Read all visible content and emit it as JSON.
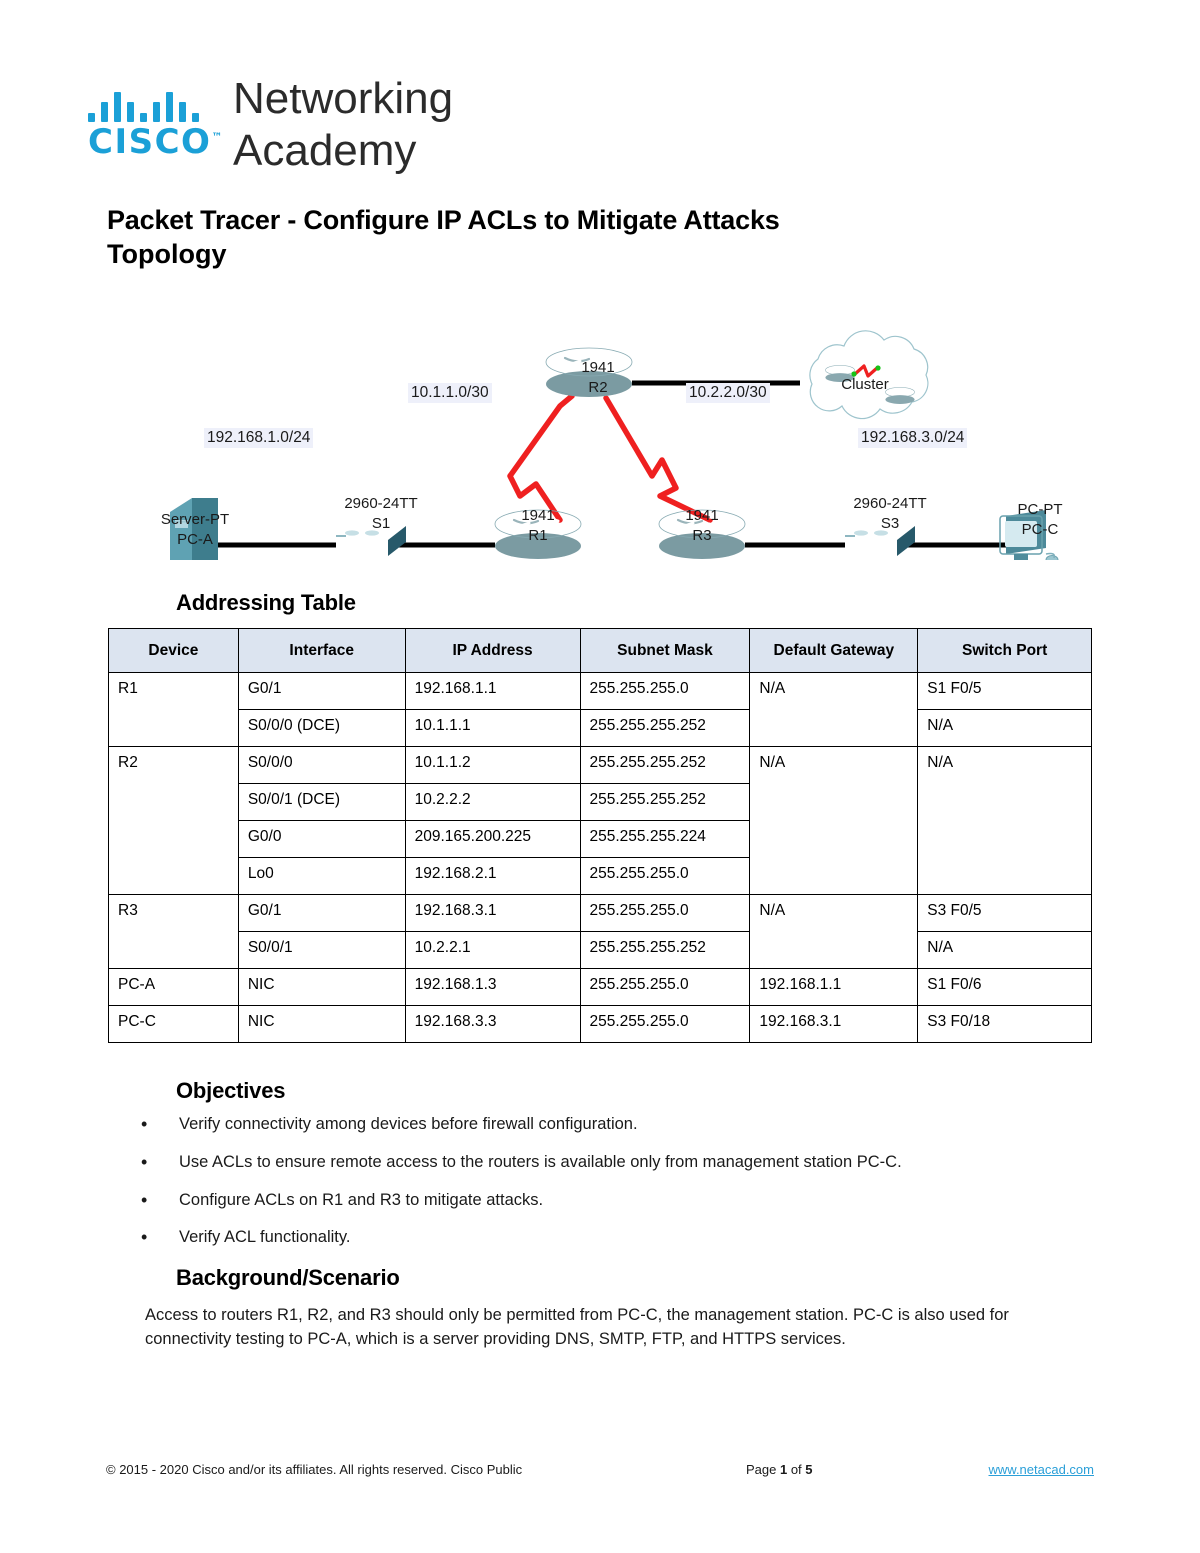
{
  "logo": {
    "brand": "CISCO",
    "trademark": "™",
    "word_top": "Networking",
    "word_bottom": "Academy"
  },
  "document": {
    "title": "Packet Tracer - Configure IP ACLs to Mitigate Attacks",
    "topology_heading": "Topology",
    "addressing_heading": "Addressing Table",
    "objectives_heading": "Objectives",
    "background_heading": "Background/Scenario"
  },
  "topology": {
    "net_labels": {
      "left_lan": "192.168.1.0/24",
      "left_wan": "10.1.1.0/30",
      "right_wan": "10.2.2.0/30",
      "right_lan": "192.168.3.0/24"
    },
    "devices": {
      "server": {
        "model": "Server-PT",
        "name": "PC-A"
      },
      "switch1": {
        "model": "2960-24TT",
        "name": "S1"
      },
      "router1": {
        "model": "1941",
        "name": "R1"
      },
      "router2": {
        "model": "1941",
        "name": "R2"
      },
      "router3": {
        "model": "1941",
        "name": "R3"
      },
      "switch3": {
        "model": "2960-24TT",
        "name": "S3"
      },
      "pc": {
        "model": "PC-PT",
        "name": "PC-C"
      },
      "cloud": {
        "name": "Cluster"
      }
    }
  },
  "table": {
    "headers": [
      "Device",
      "Interface",
      "IP Address",
      "Subnet Mask",
      "Default Gateway",
      "Switch Port"
    ],
    "rows": [
      {
        "device": "R1",
        "interface": "G0/1",
        "ip": "192.168.1.1",
        "mask": "255.255.255.0",
        "gateway": "N/A",
        "port": "S1 F0/5"
      },
      {
        "device": "",
        "interface": "S0/0/0 (DCE)",
        "ip": "10.1.1.1",
        "mask": "255.255.255.252",
        "gateway": "",
        "port": "N/A"
      },
      {
        "device": "R2",
        "interface": "S0/0/0",
        "ip": "10.1.1.2",
        "mask": "255.255.255.252",
        "gateway": "N/A",
        "port": "N/A"
      },
      {
        "device": "",
        "interface": "S0/0/1 (DCE)",
        "ip": "10.2.2.2",
        "mask": "255.255.255.252",
        "gateway": "",
        "port": ""
      },
      {
        "device": "",
        "interface": "G0/0",
        "ip": "209.165.200.225",
        "mask": "255.255.255.224",
        "gateway": "",
        "port": ""
      },
      {
        "device": "",
        "interface": "Lo0",
        "ip": "192.168.2.1",
        "mask": "255.255.255.0",
        "gateway": "",
        "port": ""
      },
      {
        "device": "R3",
        "interface": "G0/1",
        "ip": "192.168.3.1",
        "mask": "255.255.255.0",
        "gateway": "N/A",
        "port": "S3 F0/5"
      },
      {
        "device": "",
        "interface": "S0/0/1",
        "ip": "10.2.2.1",
        "mask": "255.255.255.252",
        "gateway": "",
        "port": "N/A"
      },
      {
        "device": "PC-A",
        "interface": "NIC",
        "ip": "192.168.1.3",
        "mask": "255.255.255.0",
        "gateway": "192.168.1.1",
        "port": "S1 F0/6"
      },
      {
        "device": "PC-C",
        "interface": "NIC",
        "ip": "192.168.3.3",
        "mask": "255.255.255.0",
        "gateway": "192.168.3.1",
        "port": "S3 F0/18"
      }
    ]
  },
  "objectives": [
    "Verify connectivity among devices before firewall configuration.",
    "Use ACLs to ensure remote access to the routers is available only from management station PC-C.",
    "Configure ACLs on R1 and R3 to mitigate attacks.",
    "Verify ACL functionality."
  ],
  "background": "Access to routers R1, R2, and R3 should only be permitted from PC-C, the management station. PC-C is also used for connectivity testing to PC-A, which is a server providing DNS, SMTP, FTP, and HTTPS services.",
  "footer": {
    "copyright": "© 2015 - 2020 Cisco and/or its affiliates. All rights reserved. Cisco Public",
    "page_prefix": "Page ",
    "page_number": "1",
    "page_middle": " of ",
    "page_total": "5",
    "url": "www.netacad.com"
  },
  "colors": {
    "cisco_blue": "#1ba0d7",
    "link_blue": "#2a9fd8",
    "serial_red": "#ef2020",
    "device_teal": "#3f8fa0",
    "table_header_bg": "#dce4f0"
  }
}
